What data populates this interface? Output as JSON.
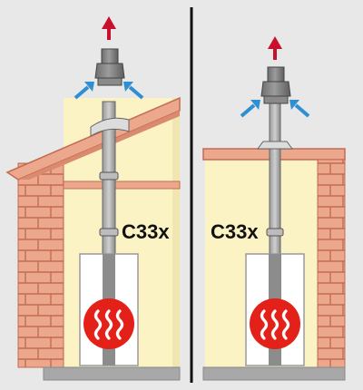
{
  "colors": {
    "background": "#e8e8e8",
    "interior": "#fbf3c4",
    "brick": "#eba88d",
    "brick_mortar": "#c46b52",
    "floor": "#a8a8a8",
    "flue_pipe": "#8c8c8c",
    "boiler_body": "#ffffff",
    "heating_badge": "#e32119",
    "exhaust_arrow": "#c8102e",
    "intake_arrow": "#2f8fd2"
  },
  "icons": {
    "exhaust": "up-arrow-icon",
    "intake": "diagonal-arrow-icon",
    "boiler": "heat-waves-icon"
  },
  "left_panel": {
    "roof_type": "pitched",
    "label": "C33x"
  },
  "right_panel": {
    "roof_type": "flat",
    "label": "C33x"
  }
}
